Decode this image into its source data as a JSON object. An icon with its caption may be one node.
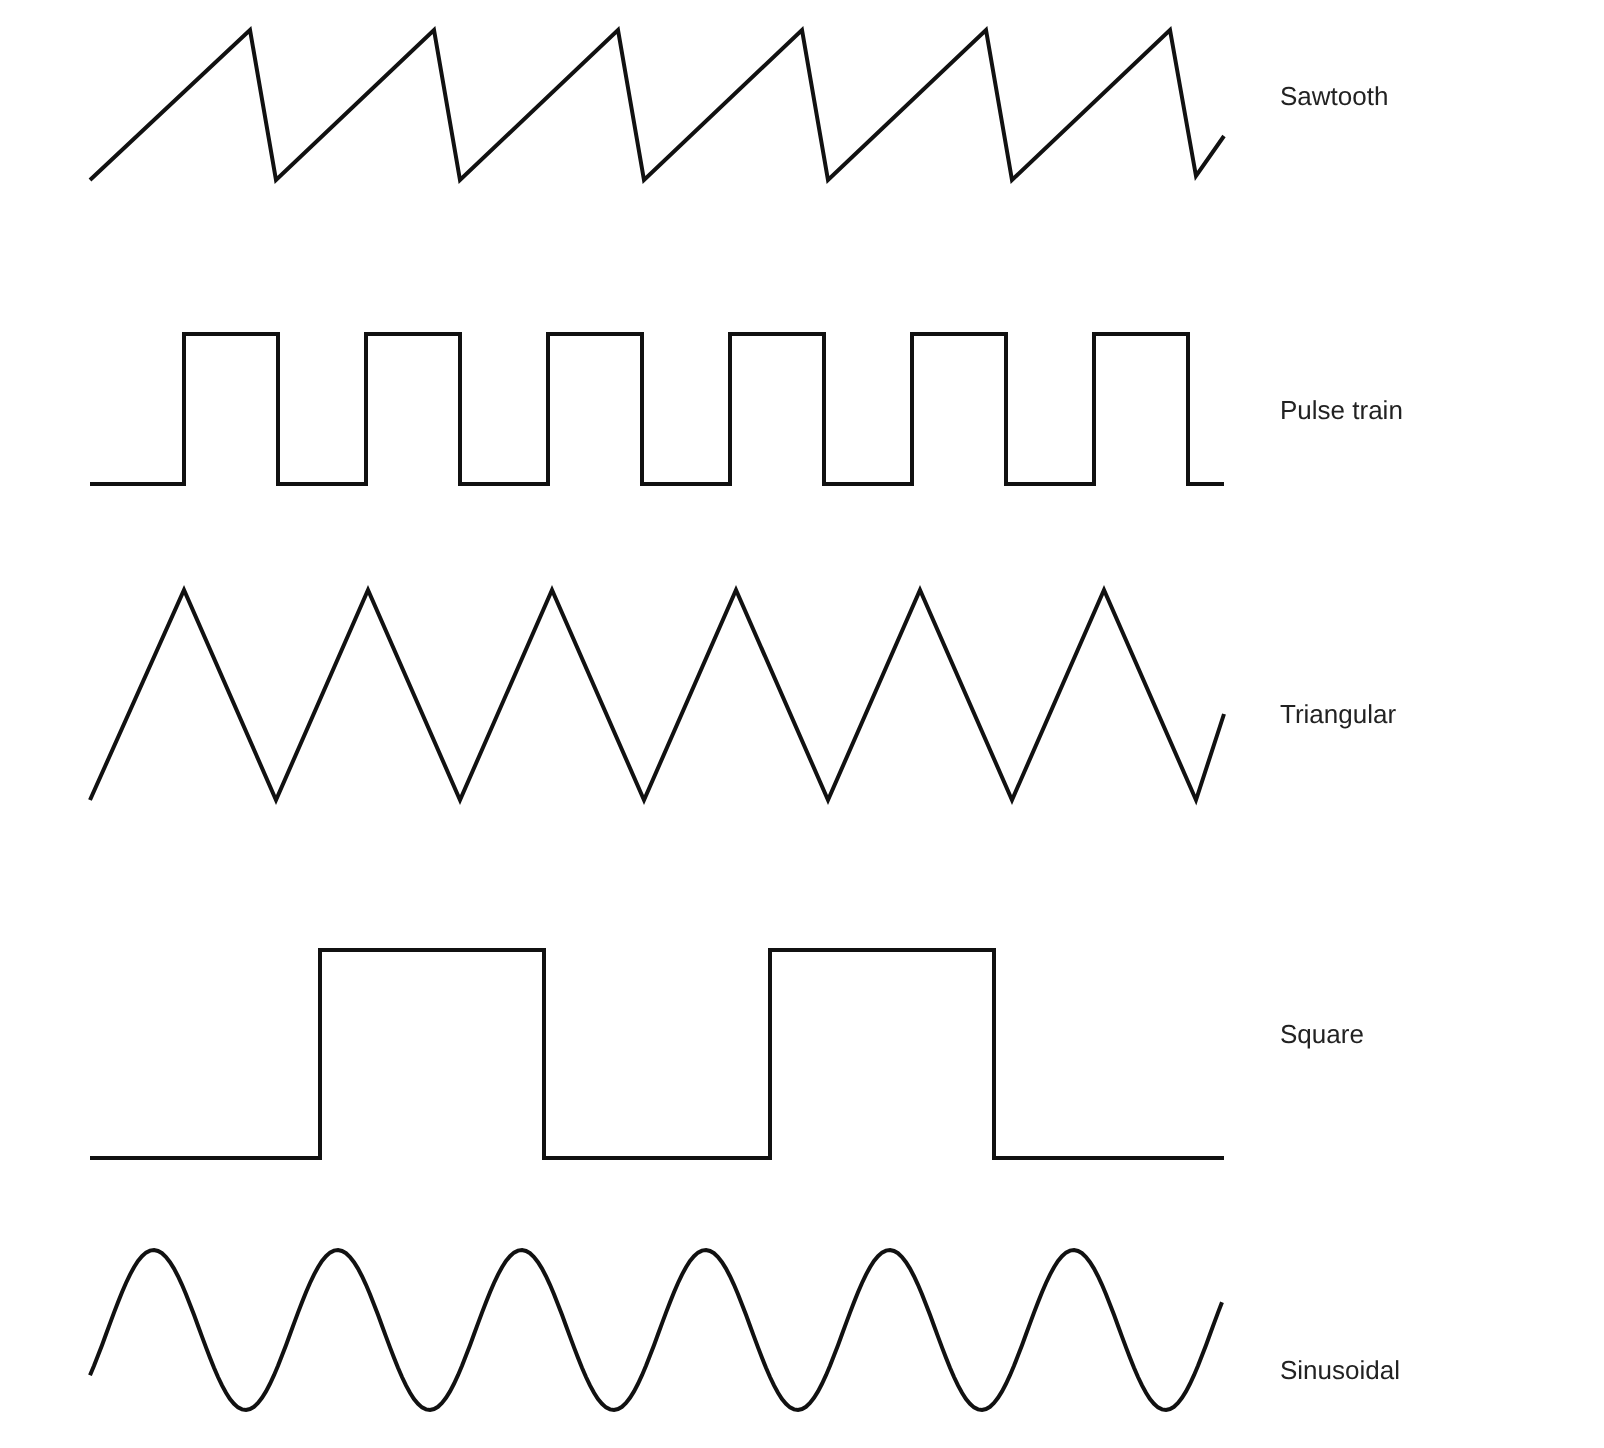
{
  "diagram": {
    "labels": [
      "Sawtooth",
      "Pulse train",
      "Triangular",
      "Square",
      "Sinusoidal"
    ]
  }
}
